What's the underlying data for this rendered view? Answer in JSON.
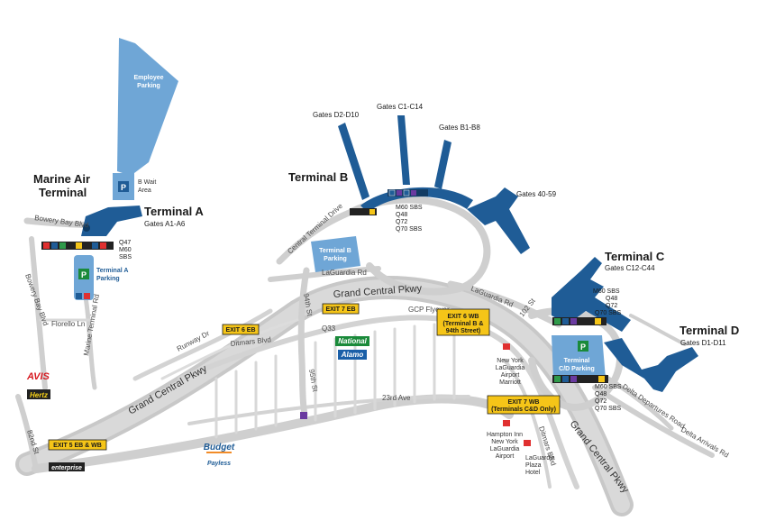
{
  "colors": {
    "terminal": "#1f5c96",
    "parking": "#6fa6d6",
    "road": "#cfcfcf",
    "road_edge": "#b5b5b5",
    "exit_sign": "#f5c518",
    "national_green": "#1a8a3a",
    "avis_red": "#d71920",
    "hertz_yellow": "#f7d117"
  },
  "terminals": {
    "marine_air": {
      "title_line1": "Marine Air",
      "title_line2": "Terminal"
    },
    "a": {
      "title": "Terminal A",
      "gates": "Gates A1-A6",
      "buses": [
        "Q47",
        "M60",
        "SBS"
      ]
    },
    "b": {
      "title": "Terminal B",
      "buses": [
        "M60 SBS",
        "Q48",
        "Q72",
        "Q70 SBS"
      ],
      "gates_d": "Gates D2-D10",
      "gates_c": "Gates C1-C14",
      "gates_b": "Gates B1-B8",
      "gates_40": "Gates 40-59"
    },
    "c": {
      "title": "Terminal C",
      "gates": "Gates C12-C44",
      "buses": [
        "M60 SBS",
        "Q48",
        "Q72",
        "Q70 SBS"
      ]
    },
    "d": {
      "title": "Terminal D",
      "gates": "Gates D1-D11",
      "buses": [
        "M60 SBS",
        "Q48",
        "Q72",
        "Q70 SBS"
      ]
    }
  },
  "parking": {
    "employee": {
      "line1": "Employee",
      "line2": "Parking"
    },
    "b_wait": {
      "line1": "B Wait",
      "line2": "Area",
      "symbol": "P"
    },
    "terminal_a": {
      "line1": "Terminal A",
      "line2": "Parking",
      "symbol": "P"
    },
    "terminal_b": {
      "line1": "Terminal B",
      "line2": "Parking"
    },
    "terminal_cd": {
      "line1": "Terminal",
      "line2": "C/D Parking",
      "symbol": "P"
    }
  },
  "roads": {
    "bowery_bay_blvd": "Bowery Bay Blvd",
    "bowery_bay_blvd_2": "Bowery Bay Blvd",
    "florello_ln": "Florello Ln",
    "marine_terminal_rd": "Marine Terminal Rd",
    "runway_dr": "Runway Dr",
    "grand_central_pkwy_1": "Grand Central Pkwy",
    "grand_central_pkwy_2": "Grand Central Pkwy",
    "grand_central_pkwy_3": "Grand Central Pkwy",
    "central_terminal_drive": "Central Terminal Drive",
    "laguardia_rd_1": "LaGuardia Rd",
    "laguardia_rd_2": "LaGuardia Rd",
    "ninety_fourth_st": "94th St",
    "gcp_flyover": "GCP Flyover",
    "ditmars_blvd_1": "Ditmars Blvd",
    "ditmars_blvd_2": "Ditmars Blvd",
    "twenty_third_ave": "23rd Ave",
    "ninety_fifth_st": "95th St",
    "one_oh_two_st": "102 St",
    "delta_departures_road": "Delta Departures Road",
    "delta_arrivals_rd": "Delta Arrivals Rd",
    "eighty_second_st": "82nd St",
    "q33": "Q33"
  },
  "exits": {
    "exit_5": "EXIT 5 EB & WB",
    "exit_6_eb": "EXIT 6 EB",
    "exit_7_eb": "EXIT 7 EB",
    "exit_6_wb": [
      "EXIT 6 WB",
      "(Terminal B &",
      "94th Street)"
    ],
    "exit_7_wb": [
      "EXIT 7 WB",
      "(Terminals C&D Only)"
    ]
  },
  "hotels": {
    "marriott": [
      "New York",
      "LaGuardia",
      "Airport",
      "Marriott"
    ],
    "hampton": [
      "Hampton Inn",
      "New York",
      "LaGuardia",
      "Airport"
    ],
    "plaza": [
      "LaGuardia",
      "Plaza",
      "Hotel"
    ]
  },
  "rental": {
    "national": "National",
    "alamo": "Alamo",
    "avis": "AVIS",
    "hertz": "Hertz",
    "budget": "Budget",
    "payless": "Payless",
    "enterprise": "enterprise"
  }
}
